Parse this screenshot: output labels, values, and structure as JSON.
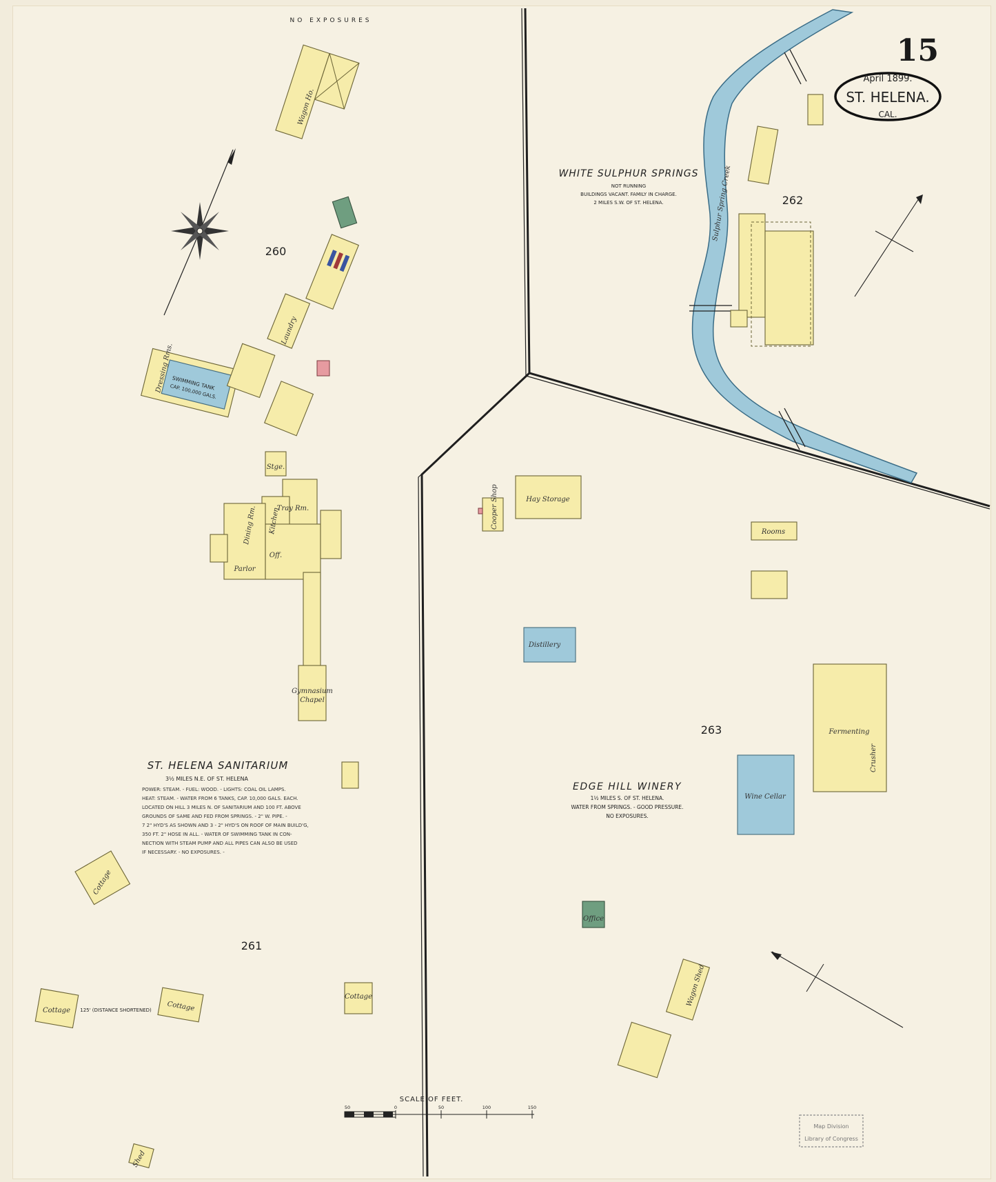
{
  "sheet": {
    "number": "15",
    "cartouche": {
      "date": "April 1899.",
      "city": "ST. HELENA.",
      "state": "CAL."
    },
    "top_note": "NO EXPOSURES",
    "scale": {
      "label": "SCALE OF FEET.",
      "ticks": [
        "50",
        "0",
        "50",
        "100",
        "150"
      ]
    },
    "stamp": {
      "line1": "Map Division",
      "line2": "Library of Congress"
    }
  },
  "blocks": {
    "b260": "260",
    "b261": "261",
    "b262": "262",
    "b263": "263"
  },
  "sanitarium": {
    "title": "ST. HELENA SANITARIUM",
    "subtitle": "3½ MILES N.E. OF ST. HELENA",
    "notes": [
      "POWER: STEAM. - FUEL: WOOD. - LIGHTS: COAL OIL LAMPS.",
      "HEAT: STEAM. - WATER FROM 6 TANKS, CAP. 10,000 GALS. EACH.",
      "LOCATED ON HILL 3 MILES N. OF SANITARIUM AND 100 FT. ABOVE",
      "GROUNDS OF SAME AND FED FROM SPRINGS. - 2\" W. PIPE. -",
      "7 2\" HYD'S AS SHOWN AND 3 - 2\" HYD'S ON ROOF OF MAIN BUILD'G,",
      "350 FT. 2\" HOSE IN ALL. - WATER OF SWIMMING TANK IN CON-",
      "NECTION WITH STEAM PUMP AND ALL PIPES CAN ALSO BE USED",
      "IF NECESSARY. - NO EXPOSURES. -"
    ],
    "buildings": {
      "wagon_ho": "Wagon Ho.",
      "swimming_tank": "SWIMMING TANK",
      "swimming_cap": "CAP. 100,000 GALS.",
      "dressing": "Dressing Rms.",
      "laundry": "Laundry",
      "stge": "Stge.",
      "tray_rm": "Tray Rm.",
      "kitchen": "Kitchen",
      "dining": "Dining Rm.",
      "off": "Off.",
      "parlor": "Parlor",
      "gymnasium": "Gymnasium",
      "chapel": "Chapel",
      "cottage": "Cottage",
      "shed": "Shed",
      "distance": "125' (DISTANCE SHORTENED)"
    }
  },
  "white_sulphur": {
    "title": "WHITE SULPHUR SPRINGS",
    "line1": "NOT RUNNING",
    "line2": "BUILDINGS VACANT. FAMILY IN CHARGE.",
    "line3": "2 MILES S.W. OF ST. HELENA.",
    "creek_label": "Sulphur Spring Creek"
  },
  "edge_hill": {
    "title": "EDGE HILL WINERY",
    "line1": "1½ MILES S. OF ST. HELENA.",
    "line2": "WATER FROM SPRINGS. - GOOD PRESSURE.",
    "line3": "NO EXPOSURES.",
    "buildings": {
      "hay": "Hay Storage",
      "cooper": "Cooper Shop",
      "distillery": "Distillery",
      "rooms": "Rooms",
      "fermenting": "Fermenting",
      "wine_cellar": "Wine Cellar",
      "wagon_shed": "Wagon Shed",
      "crusher": "Crusher",
      "office": "Office"
    }
  },
  "colors": {
    "frame": "#f6ecaa",
    "brick": "#e69ba0",
    "stone": "#9fc9da",
    "adobe": "#6f9e80",
    "water": "#9fc9da"
  }
}
